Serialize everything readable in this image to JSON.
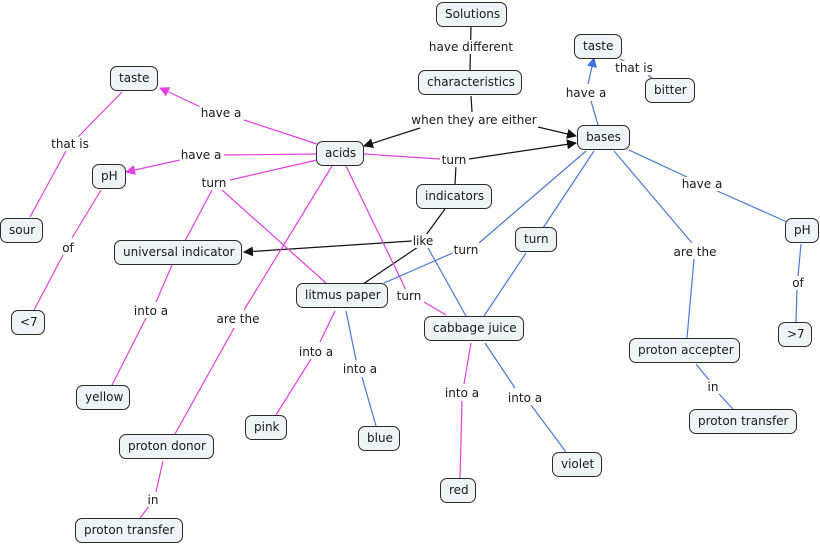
{
  "colors": {
    "acid": "#e23fe0",
    "base": "#4a78d4",
    "neutral": "#1a1a1a",
    "node_fill": "#eef3f5"
  },
  "nodes": {
    "solutions": "Solutions",
    "characteristics": "characteristics",
    "acids": "acids",
    "bases": "bases",
    "taste_acid": "taste",
    "taste_base": "taste",
    "sour": "sour",
    "bitter": "bitter",
    "ph_acid": "pH",
    "ph_base": "pH",
    "lt7": "<7",
    "gt7": ">7",
    "indicators": "indicators",
    "universal_indicator": "universal indicator",
    "litmus_paper": "litmus paper",
    "cabbage_juice": "cabbage juice",
    "turn_node": "turn",
    "yellow": "yellow",
    "pink": "pink",
    "blue": "blue",
    "red": "red",
    "violet": "violet",
    "proton_donor": "proton donor",
    "proton_accepter": "proton accepter",
    "proton_transfer_acid": "proton transfer",
    "proton_transfer_base": "proton transfer"
  },
  "labels": {
    "have_different": "have different",
    "when_either": "when they are either",
    "acid_have_taste": "have a",
    "acid_have_ph": "have a",
    "that_is_sour": "that is",
    "of_lt7": "of",
    "acid_turn": "turn",
    "indicators_turn": "turn",
    "like": "like",
    "base_turn_litmus": "turn",
    "acid_turn_cabbage": "turn",
    "into_yellow": "into a",
    "acid_are_the": "are the",
    "in_acid": "in",
    "into_pink": "into a",
    "into_blue": "into a",
    "into_red": "into a",
    "into_violet": "into a",
    "base_have_taste": "have a",
    "that_is_bitter": "that is",
    "base_have_ph": "have a",
    "of_gt7": "of",
    "base_are_the": "are the",
    "in_base": "in"
  }
}
